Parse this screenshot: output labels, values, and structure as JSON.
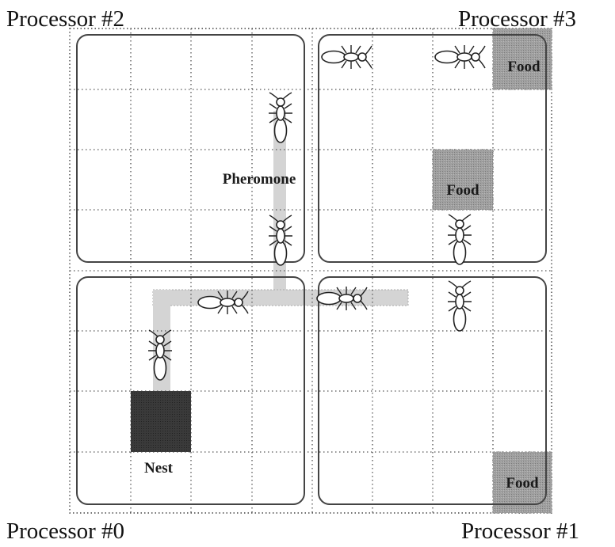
{
  "processors": {
    "p0": "Processor #0",
    "p1": "Processor #1",
    "p2": "Processor #2",
    "p3": "Processor #3"
  },
  "labels": {
    "pheromone": "Pheromone",
    "nest": "Nest",
    "food": "Food"
  },
  "colors": {
    "border": "#444444",
    "grid": "#555555",
    "food": "#999999",
    "nest": "#3a3a3a",
    "pheromone": "#d2d2d2"
  }
}
